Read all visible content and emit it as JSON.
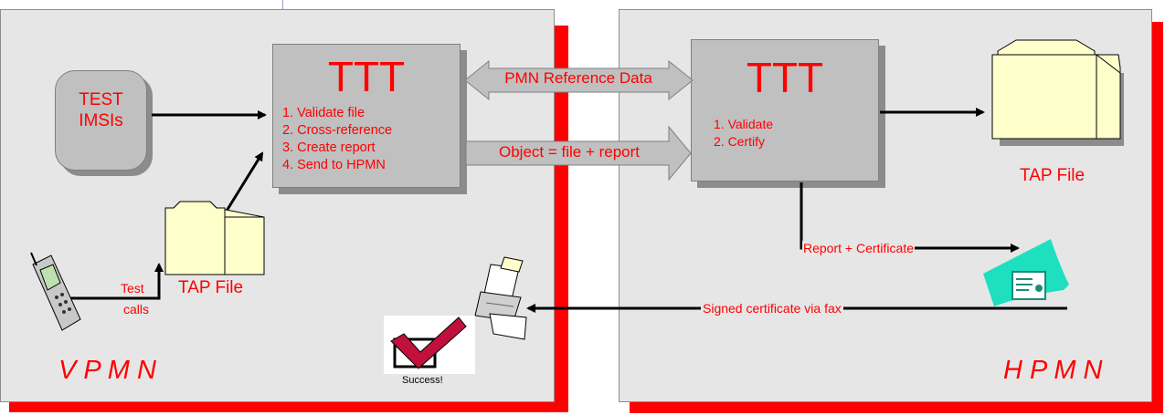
{
  "vpmn": {
    "region_label": "V P M N",
    "test_imsis": [
      "TEST",
      "IMSIs"
    ],
    "ttt": {
      "title": "TTT",
      "steps": [
        "1. Validate file",
        "2. Cross-reference",
        "3. Create report",
        "4. Send to HPMN"
      ]
    },
    "tap_file_label": "TAP File",
    "test_calls_label": [
      "Test",
      "calls"
    ],
    "success_label": "Success!"
  },
  "hpmn": {
    "region_label": "H P M N",
    "ttt": {
      "title": "TTT",
      "steps": [
        "1. Validate",
        "2. Certify"
      ]
    },
    "tap_file_label": "TAP File"
  },
  "links": {
    "reference_data": "PMN Reference Data",
    "object": "Object = file + report",
    "report_certificate": "Report + Certificate",
    "signed_certificate": "Signed certificate via fax"
  },
  "colors": {
    "accent_red": "#ff0000",
    "panel_bg": "#e6e6e6",
    "box_bg": "#c0c0c0",
    "folder": "#ffffcc",
    "certificate": "#1ee0c0"
  },
  "icons": [
    "mobile-phone-icon",
    "folder-icon",
    "fax-printer-icon",
    "checkmark-icon",
    "certificate-icon"
  ]
}
